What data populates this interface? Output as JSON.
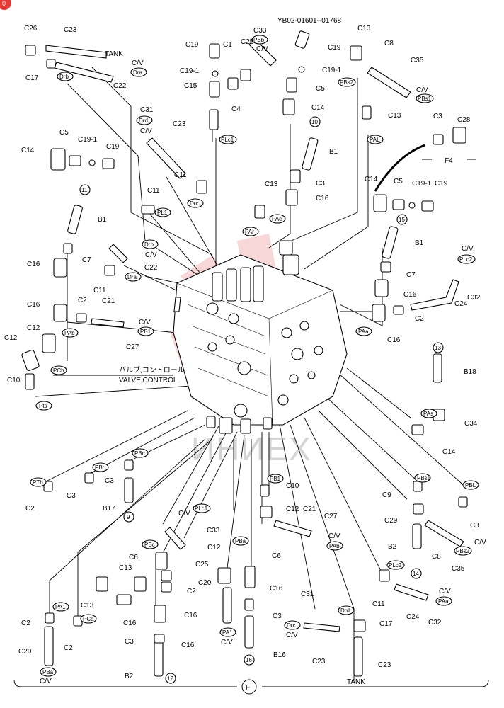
{
  "doc": {
    "serial_range": "YB02-01601--01768",
    "component_label_jp": "バルブ,コントロール",
    "component_label_en": "VALVE,CONTROL",
    "figure_ref": "F",
    "group_label": "F4",
    "watermark": "ИНИЕХ",
    "corner_badge": "0",
    "tank_label_top": "TANK",
    "tank_label_bottom": "TANK"
  },
  "colors": {
    "ink": "#000000",
    "watermark": "#d4d4d4",
    "badge": "#e53935",
    "valve_tint": "#f2b7b7"
  },
  "labels": {
    "C1": "C1",
    "C2": "C2",
    "C3": "C3",
    "C4": "C4",
    "C5": "C5",
    "C6": "C6",
    "C7": "C7",
    "C8": "C8",
    "C9": "C9",
    "C10": "C10",
    "C11": "C11",
    "C12": "C12",
    "C13": "C13",
    "C14": "C14",
    "C15": "C15",
    "C16": "C16",
    "C17": "C17",
    "C19": "C19",
    "C19_1": "C19-1",
    "C20": "C20",
    "C21": "C21",
    "C22": "C22",
    "C23": "C23",
    "C24": "C24",
    "C25": "C25",
    "C26": "C26",
    "C27": "C27",
    "C28": "C28",
    "C29": "C29",
    "C31": "C31",
    "C32": "C32",
    "C33": "C33",
    "C34": "C34",
    "C35": "C35",
    "B1": "B1",
    "B2": "B2",
    "B16": "B16",
    "B17": "B17",
    "B18": "B18",
    "CV": "C/V"
  },
  "ports": {
    "Drb": "Drb",
    "Dra": "Dra",
    "Drd": "Drd",
    "Drc": "Drc",
    "PBb": "PBb",
    "PBs1": "PBs1",
    "PBs2": "PBs2",
    "PLc1": "PLc1",
    "PLc2": "PLc2",
    "PAL": "PAL",
    "PL1": "PL1",
    "PAr": "PAr",
    "PAc": "PAc",
    "PAb": "PAb",
    "PB1": "PB1",
    "PCb": "PCb",
    "Pts": "Pts",
    "PAs": "PAs",
    "PAa": "PAa",
    "PTb": "PTb",
    "PBr": "PBr",
    "PBc": "PBc",
    "PBL": "PBL",
    "PBa": "PBa",
    "PA1": "PA1",
    "PCa": "PCa",
    "PBa2": "PBa"
  },
  "circled_refs": [
    "9",
    "10",
    "11",
    "12",
    "13",
    "14",
    "15",
    "16"
  ]
}
